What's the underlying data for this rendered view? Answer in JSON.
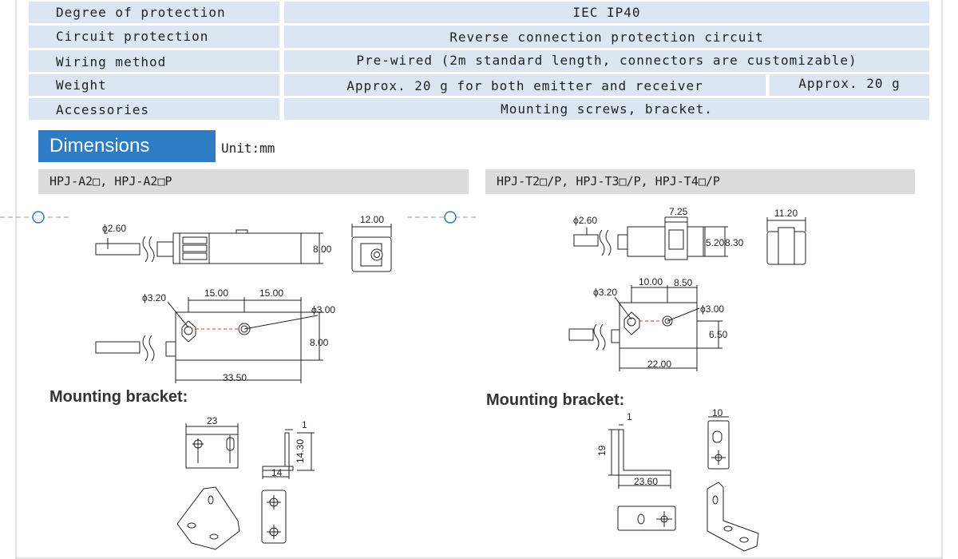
{
  "spec_rows": [
    {
      "label": "Degree of protection",
      "value": "IEC IP40"
    },
    {
      "label": "Circuit protection",
      "value": "Reverse connection protection circuit"
    },
    {
      "label": "Wiring method",
      "value": "Pre-wired (2m standard length, connectors are customizable)"
    },
    {
      "label": "Weight",
      "value": "Approx. 20 g for both emitter and receiver",
      "value2": "Approx. 20 g"
    },
    {
      "label": "Accessories",
      "value": "Mounting screws, bracket."
    }
  ],
  "section": {
    "title": "Dimensions",
    "unit": "Unit:mm"
  },
  "left": {
    "model": "HPJ-A2□, HPJ-A2□P",
    "bracket_title": "Mounting bracket:",
    "dims": {
      "d1": "ϕ2.60",
      "w1": "12.00",
      "h1": "8.00",
      "d2": "ϕ3.20",
      "a": "15.00",
      "b": "15.00",
      "d3": "ϕ3.00",
      "h2": "8.00",
      "len": "33.50",
      "bw": "23",
      "bt": "1",
      "bh": "14.30",
      "bl": "14"
    }
  },
  "right": {
    "model": "HPJ-T2□/P, HPJ-T3□/P, HPJ-T4□/P",
    "bracket_title": "Mounting bracket:",
    "dims": {
      "d1": "ϕ2.60",
      "w1": "7.25",
      "w2": "11.20",
      "h1": "5.20",
      "h2": "8.30",
      "a": "10.00",
      "b": "8.50",
      "d2": "ϕ3.20",
      "d3": "ϕ3.00",
      "h3": "6.50",
      "len": "22.00",
      "bt": "1",
      "bh": "19",
      "bl": "23.60",
      "bw": "10"
    }
  }
}
